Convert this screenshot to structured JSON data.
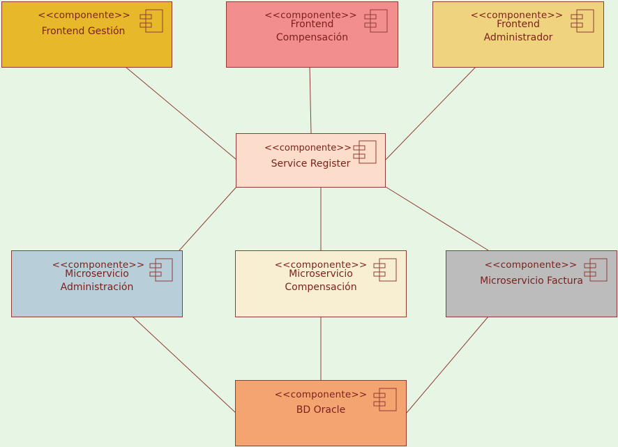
{
  "stereotype_fe": "<<componente>>",
  "stereotype_sr": "<<componente>>",
  "stereotype_ms": "<<componente>>",
  "stereotype_bd": "<<componente>>",
  "nodes": {
    "frontend_gestion": {
      "line1": "Frontend Gestión",
      "line2": ""
    },
    "frontend_compensacion": {
      "line1": "Frontend",
      "line2": "Compensación"
    },
    "frontend_administrador": {
      "line1": "Frontend",
      "line2": "Administrador"
    },
    "service_register": {
      "line1": "Service Register",
      "line2": ""
    },
    "microservicio_administracion": {
      "line1": "Microservicio",
      "line2": "Administración"
    },
    "microservicio_compensacion": {
      "line1": "Microservicio",
      "line2": "Compensación"
    },
    "microservicio_factura": {
      "line1": "Microservicio Factura",
      "line2": ""
    },
    "bd_oracle": {
      "line1": "BD Oracle",
      "line2": ""
    }
  },
  "colors": {
    "background": "#e7f6e4",
    "border": "#8e3b34",
    "text": "#7a1f1a",
    "frontend_gestion": "#e6b82a",
    "frontend_compensacion": "#f28f8e",
    "frontend_administrador": "#f0d37e",
    "service_register": "#fcdcca",
    "microservicio_administracion": "#b8cfda",
    "microservicio_compensacion": "#f8efd3",
    "microservicio_factura": "#bcbcbc",
    "bd_oracle": "#f4a470"
  },
  "icon": "component-icon"
}
